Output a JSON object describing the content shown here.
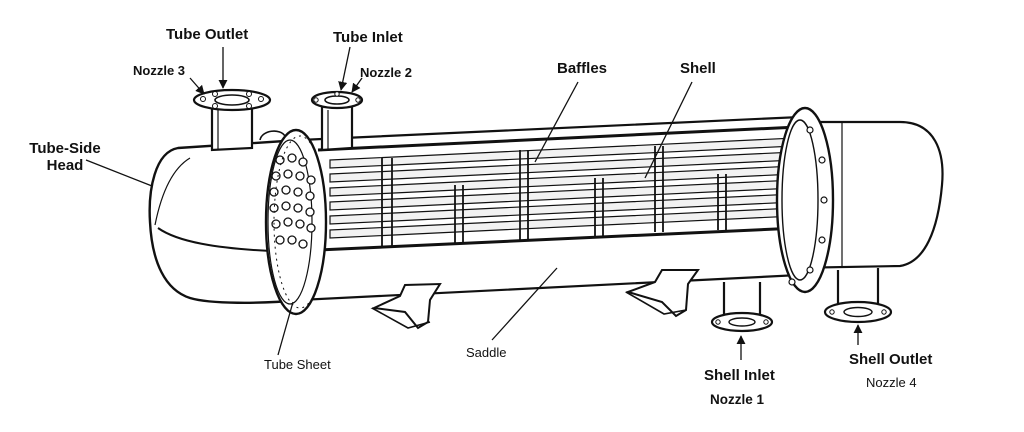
{
  "diagram": {
    "labels": {
      "tube_outlet": "Tube Outlet",
      "nozzle_3": "Nozzle 3",
      "tube_inlet": "Tube Inlet",
      "nozzle_2": "Nozzle 2",
      "baffles": "Baffles",
      "shell": "Shell",
      "tube_side_head_line1": "Tube-Side",
      "tube_side_head_line2": "Head",
      "tube_sheet": "Tube Sheet",
      "saddle": "Saddle",
      "shell_inlet": "Shell Inlet",
      "nozzle_1": "Nozzle 1",
      "shell_outlet": "Shell Outlet",
      "nozzle_4": "Nozzle 4"
    },
    "colors": {
      "stroke": "#111111",
      "fill": "#ffffff",
      "tube_fill": "#f2f2f2"
    }
  }
}
